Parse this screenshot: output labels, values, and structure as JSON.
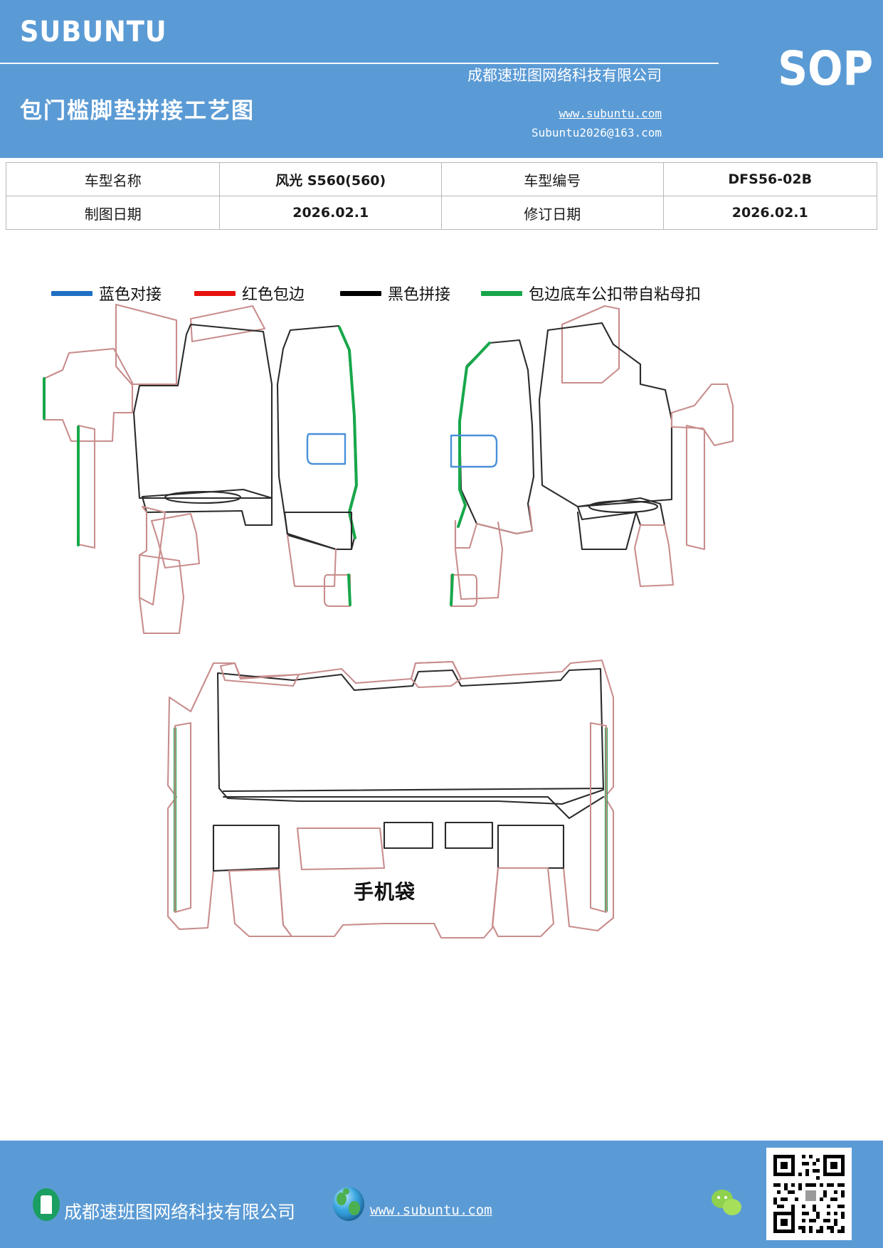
{
  "header": {
    "brand": "SUBUNTU",
    "doc_title": "包门槛脚垫拼接工艺图",
    "company_name": "成都速班图网络科技有限公司",
    "sop_label": "SOP",
    "website": "www.subuntu.com",
    "email": "Subuntu2026@163.com",
    "bg_color": "#5b9bd5"
  },
  "spec_table": {
    "rows": [
      {
        "label1": "车型名称",
        "value1": "风光 S560(560)",
        "label2": "车型编号",
        "value2": "DFS56-02B"
      },
      {
        "label1": "制图日期",
        "value1": "2026.02.1",
        "label2": "修订日期",
        "value2": "2026.02.1"
      }
    ]
  },
  "legend": {
    "items": [
      {
        "color": "#1f6fc4",
        "label": "蓝色对接"
      },
      {
        "color": "#e8120c",
        "label": "红色包边"
      },
      {
        "color": "#000000",
        "label": "黑色拼接"
      },
      {
        "color": "#17a74a",
        "label": "包边底车公扣带自粘母扣"
      }
    ]
  },
  "drawing": {
    "pocket_label": "手机袋",
    "stroke_colors": {
      "red_binding": "#c98d8d",
      "black_seam": "#2b2b2b",
      "green_hook": "#17a74a",
      "blue_butt": "#4a90d9"
    }
  },
  "footer": {
    "company": "成都速班图网络科技有限公司",
    "website": "www.subuntu.com",
    "bg_color": "#5b9bd5",
    "icons": [
      "building-icon",
      "globe-icon",
      "wechat-icon",
      "qr-code"
    ]
  }
}
